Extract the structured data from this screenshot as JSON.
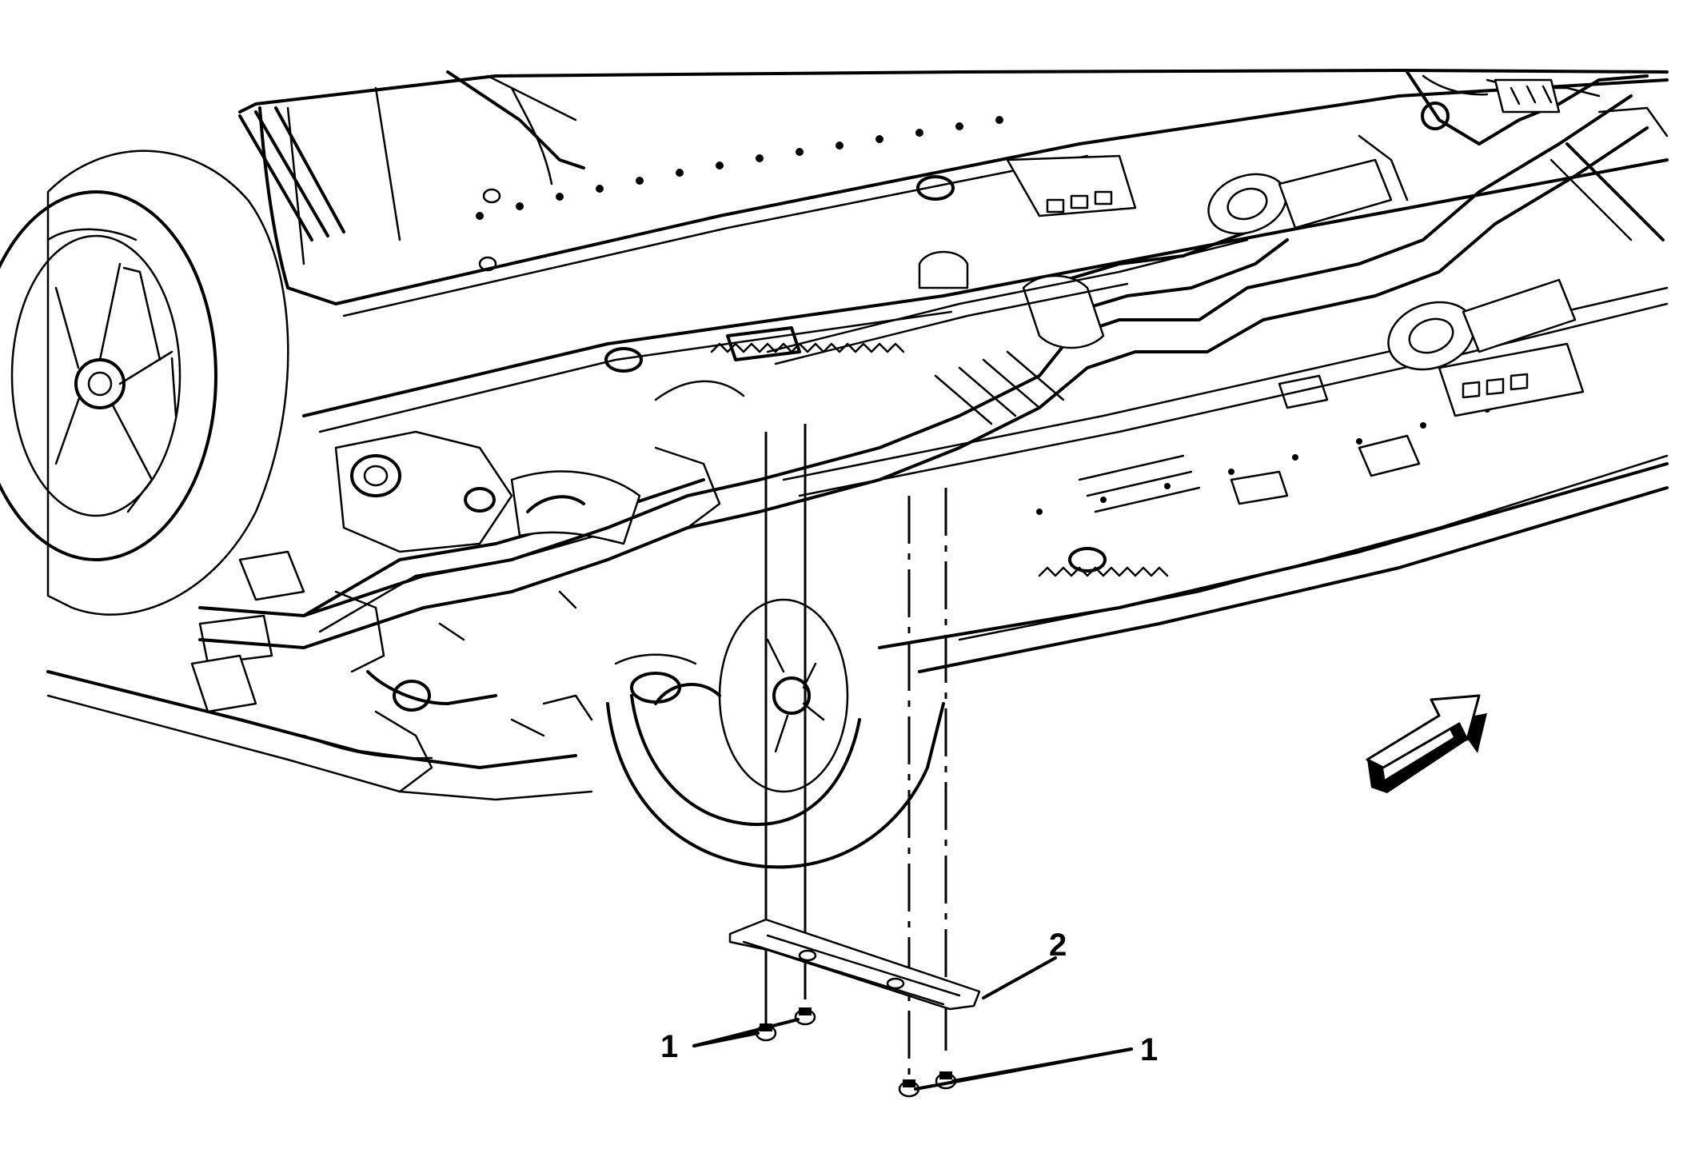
{
  "callouts": {
    "fastener_left": "1",
    "fastener_right": "1",
    "shield": "2"
  },
  "icons": {
    "direction_arrow": "forward-direction-arrow-icon"
  },
  "colors": {
    "line": "#000000",
    "background": "#ffffff"
  }
}
